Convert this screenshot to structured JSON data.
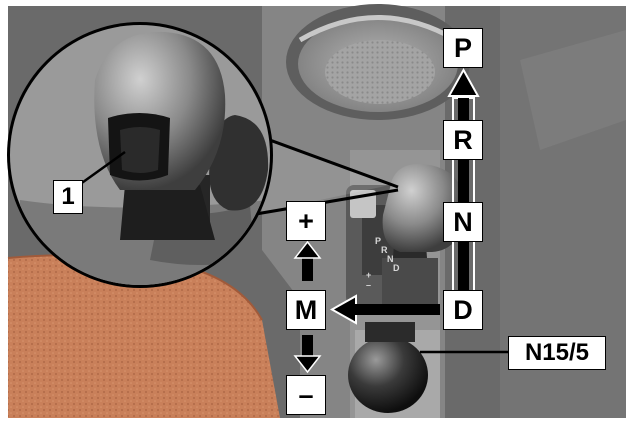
{
  "labels": {
    "gear_p": "P",
    "gear_r": "R",
    "gear_n": "N",
    "gear_d": "D",
    "mode_plus": "+",
    "mode_m": "M",
    "mode_minus": "–",
    "callout_1": "1",
    "callout_n15": "N15/5"
  },
  "indicator": {
    "p": "P",
    "r": "R",
    "n": "N",
    "d": "D",
    "plus": "+",
    "minus": "–"
  },
  "colors": {
    "background": "#6a6a6a",
    "console": "#8e8e8e",
    "seat": "#c9805a",
    "arrow": "#000000",
    "label_bg": "#ffffff"
  }
}
